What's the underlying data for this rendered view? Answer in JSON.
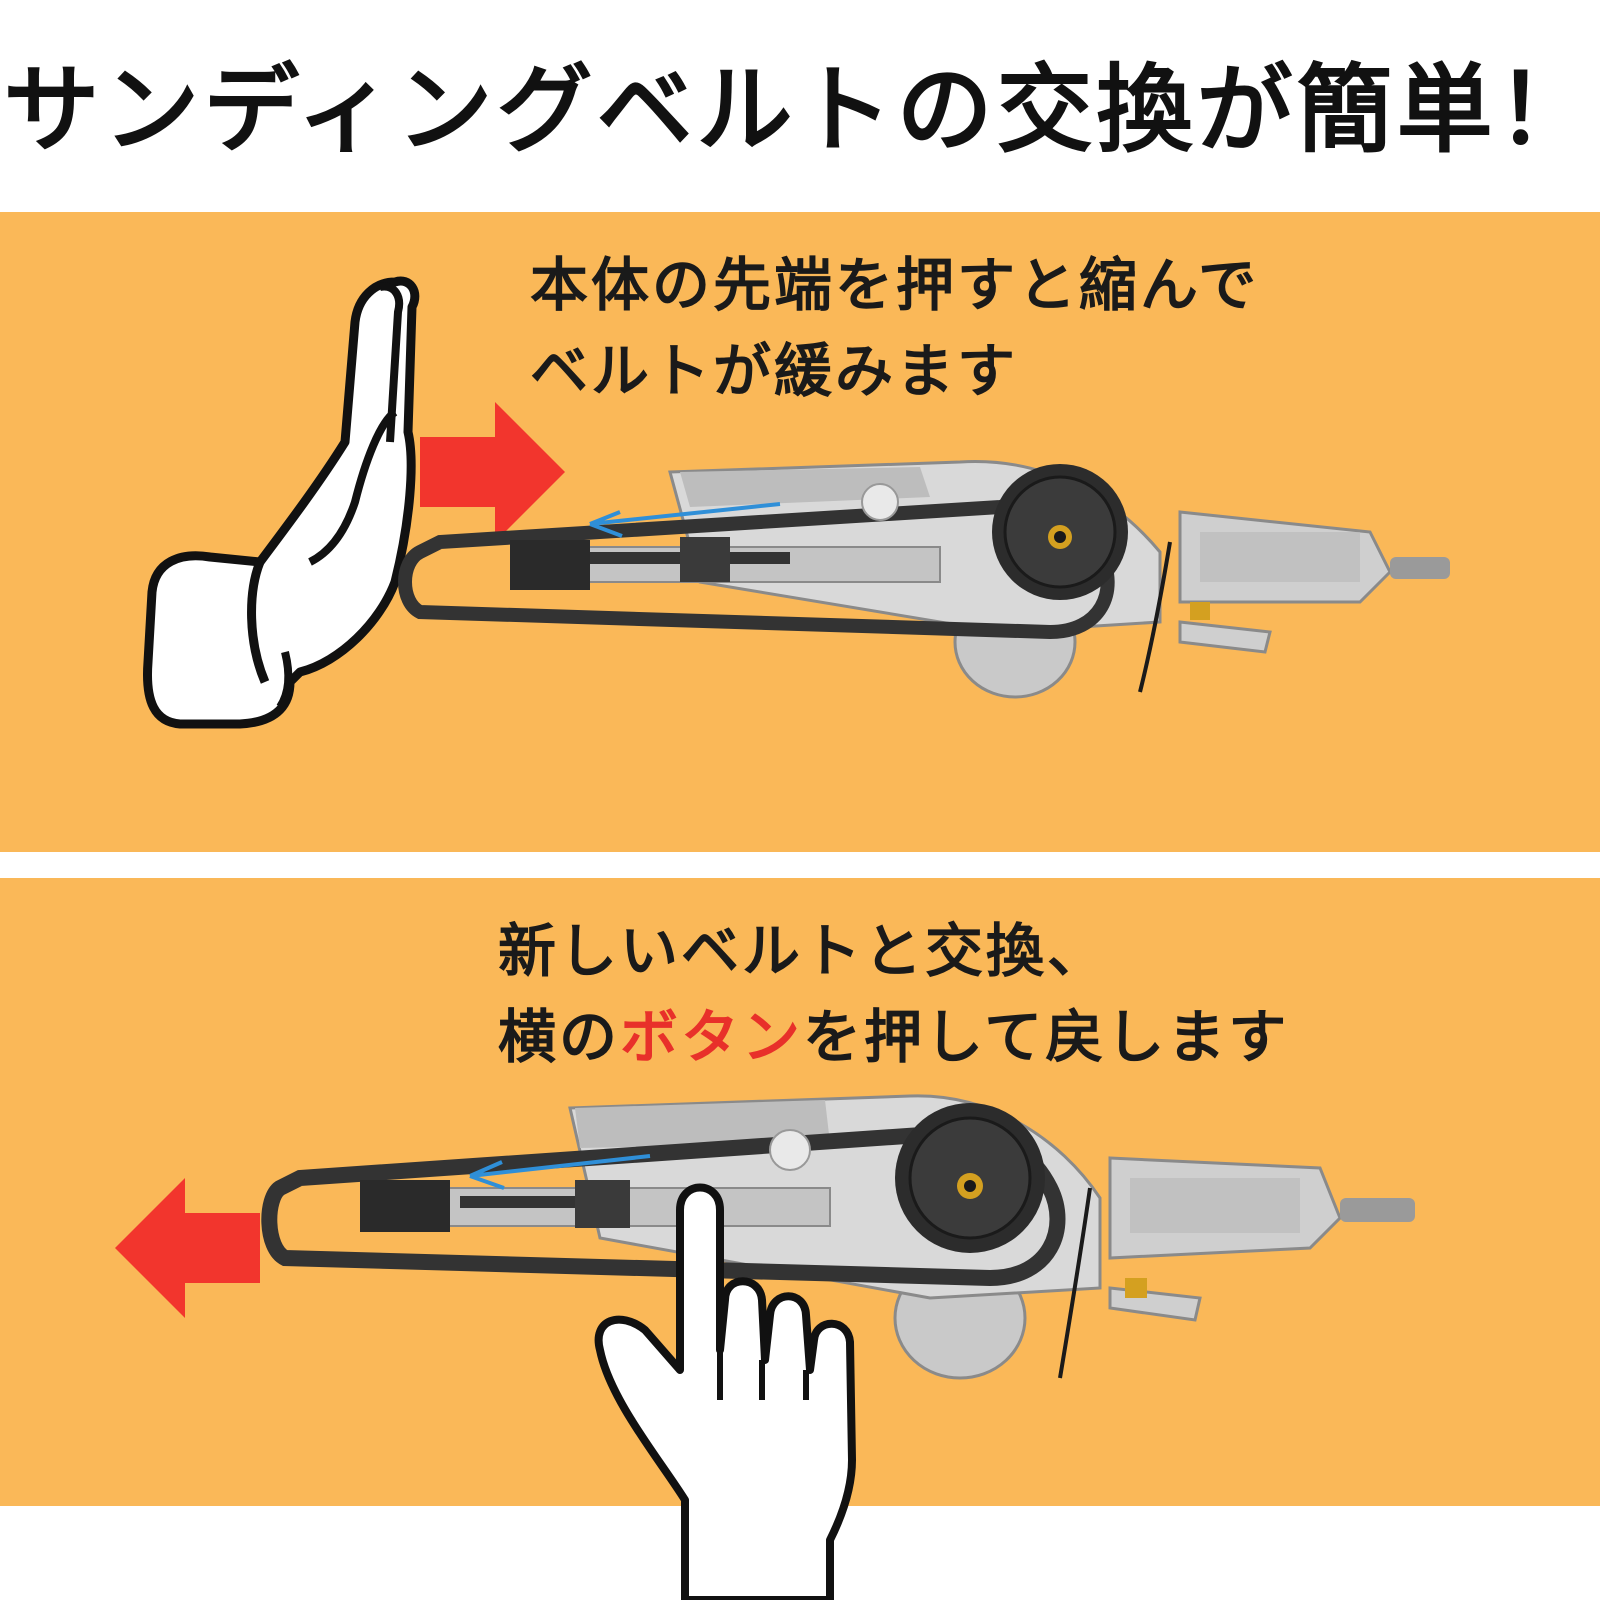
{
  "headline": "サンディングベルトの交換が簡単！",
  "colors": {
    "panel_bg": "#fab858",
    "arrow_red": "#f2352d",
    "highlight_red": "#e8302a",
    "text": "#111111"
  },
  "step1": {
    "line1": "本体の先端を押すと縮んで",
    "line2": "ベルトが緩みます",
    "icon": "hand-push-icon",
    "arrow_direction": "right"
  },
  "step2": {
    "line1": "新しいベルトと交換、",
    "line2_before": "横の",
    "line2_highlight": "ボタン",
    "line2_after": "を押して戻します",
    "icon": "finger-press-icon",
    "arrow_direction": "left"
  }
}
